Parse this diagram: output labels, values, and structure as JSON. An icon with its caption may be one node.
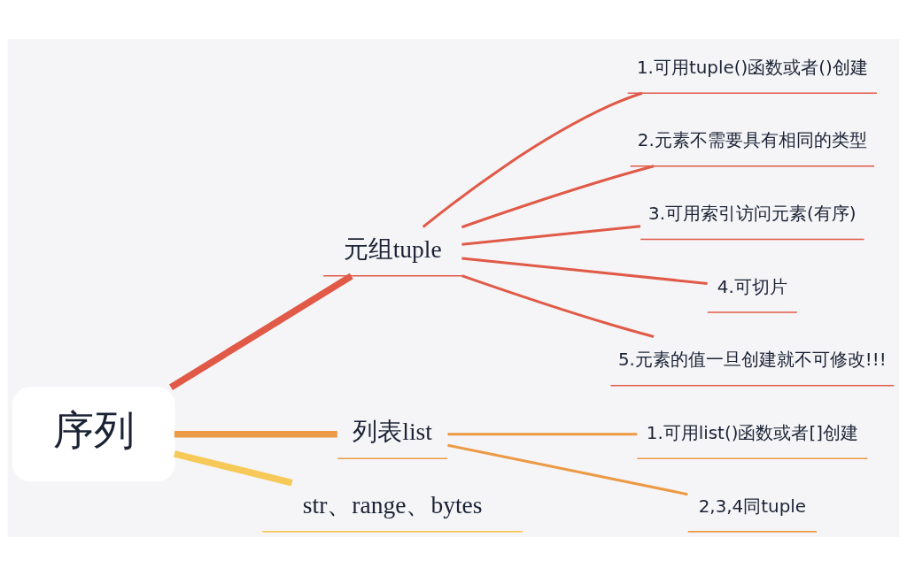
{
  "diagram": {
    "nodes": [
      {
        "text": [
          "序列"
        ]
      },
      {
        "text": [
          "元组tuple"
        ]
      },
      {
        "text": [
          "1.可用tuple()函数或者()创建"
        ]
      },
      {
        "text": [
          "2.元素不需要具有相同的类型"
        ]
      },
      {
        "text": [
          "3.可用索引访问元素(有序)"
        ]
      },
      {
        "text": [
          "4.可切片"
        ]
      },
      {
        "text": [
          "5.元素的值一旦创建就不可修改!!!"
        ]
      },
      {
        "text": [
          "列表list"
        ]
      },
      {
        "text": [
          "1.可用list()函数或者[]创建"
        ]
      },
      {
        "text": [
          "2,3,4同tuple"
        ]
      },
      {
        "text": [
          "str、range、bytes"
        ]
      }
    ],
    "edges": [
      {
        "from": 0,
        "to": 1,
        "arrow": "none",
        "style": "thick"
      },
      {
        "from": 1,
        "to": 2,
        "arrow": "none"
      },
      {
        "from": 1,
        "to": 3,
        "arrow": "none"
      },
      {
        "from": 1,
        "to": 4,
        "arrow": "none"
      },
      {
        "from": 1,
        "to": 5,
        "arrow": "none"
      },
      {
        "from": 1,
        "to": 6,
        "arrow": "none"
      },
      {
        "from": 0,
        "to": 7,
        "arrow": "none",
        "style": "thick",
        "color": "#ec9a45"
      },
      {
        "from": 7,
        "to": 8,
        "arrow": "none",
        "color": "#ec9a45"
      },
      {
        "from": 7,
        "to": 9,
        "arrow": "none",
        "color": "#ec9a45"
      },
      {
        "from": 0,
        "to": 10,
        "arrow": "none",
        "style": "thick",
        "color": "#f6c958"
      }
    ]
  }
}
